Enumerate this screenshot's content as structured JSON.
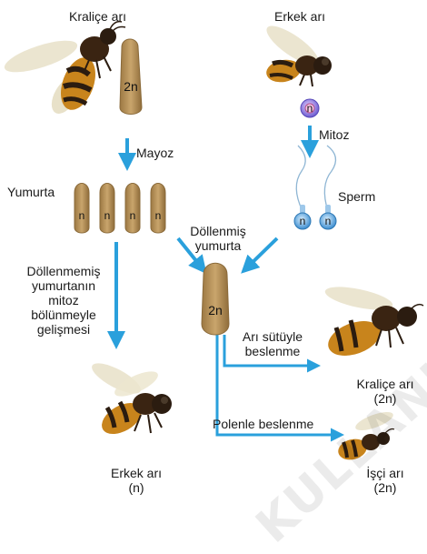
{
  "labels": {
    "queen_top": "Kraliçe arı",
    "male_top": "Erkek arı",
    "meiosis": "Mayoz",
    "mitosis": "Mitoz",
    "egg": "Yumurta",
    "sperm": "Sperm",
    "fertilized_egg": [
      "Döllenmiş",
      "yumurta"
    ],
    "unfertilized": [
      "Döllenmemiş",
      "yumurtanın",
      "mitoz",
      "bölünmeyle",
      "gelişmesi"
    ],
    "royal_jelly": [
      "Arı sütüyle",
      "beslenme"
    ],
    "pollen": "Polenle beslenme",
    "queen_result": [
      "Kraliçe arı",
      "(2n)"
    ],
    "worker_result": [
      "İşçi arı",
      "(2n)"
    ],
    "male_result": [
      "Erkek arı",
      "(n)"
    ]
  },
  "ploidy": {
    "queen_cell": "2n",
    "male_cell": "n",
    "egg": "n",
    "sperm": "n",
    "zygote": "2n"
  },
  "watermark": "KULLANIM",
  "colors": {
    "arrow": "#2aa0dc",
    "egg_fill": "#b8935a",
    "egg_edge": "#8a6a3a",
    "bee_amber": "#c8841c",
    "bee_dark": "#2b1c10"
  }
}
